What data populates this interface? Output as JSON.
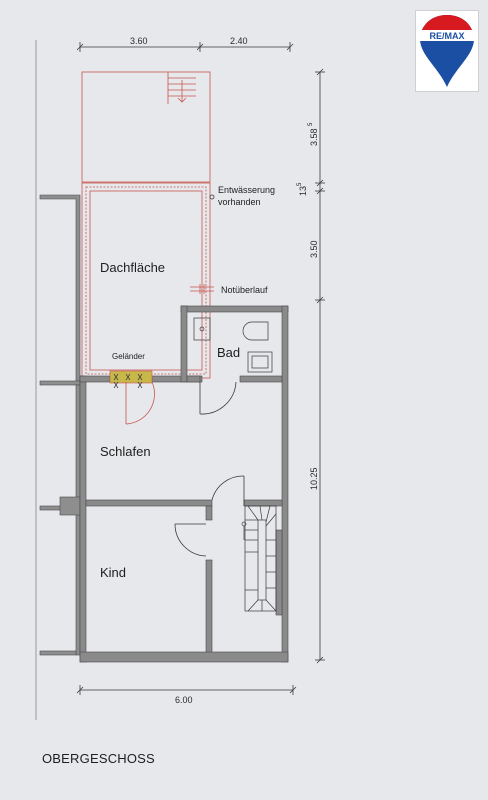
{
  "logo": {
    "text": "RE/MAX",
    "colors": {
      "red": "#d71920",
      "blue": "#1b4fa3",
      "white": "#ffffff"
    }
  },
  "plan": {
    "title": "OBERGESCHOSS",
    "rooms": {
      "dach": "Dachfläche",
      "bad": "Bad",
      "schlafen": "Schlafen",
      "kind": "Kind"
    },
    "notes": {
      "entw1": "Entwässerung",
      "entw2": "vorhanden",
      "not": "Notüberlauf",
      "gel": "Geländer"
    },
    "dims": {
      "top1": "3.60",
      "top2": "2.40",
      "bottom": "6.00",
      "r1": "3.58",
      "r1s": "5",
      "r2": "13",
      "r2s": "5",
      "r3": "3.50",
      "r4": "10.25"
    },
    "colors": {
      "wall": "#8a8a8a",
      "wallStroke": "#4a4a4a",
      "red": "#c8554d",
      "line": "#3a3a3a"
    }
  }
}
